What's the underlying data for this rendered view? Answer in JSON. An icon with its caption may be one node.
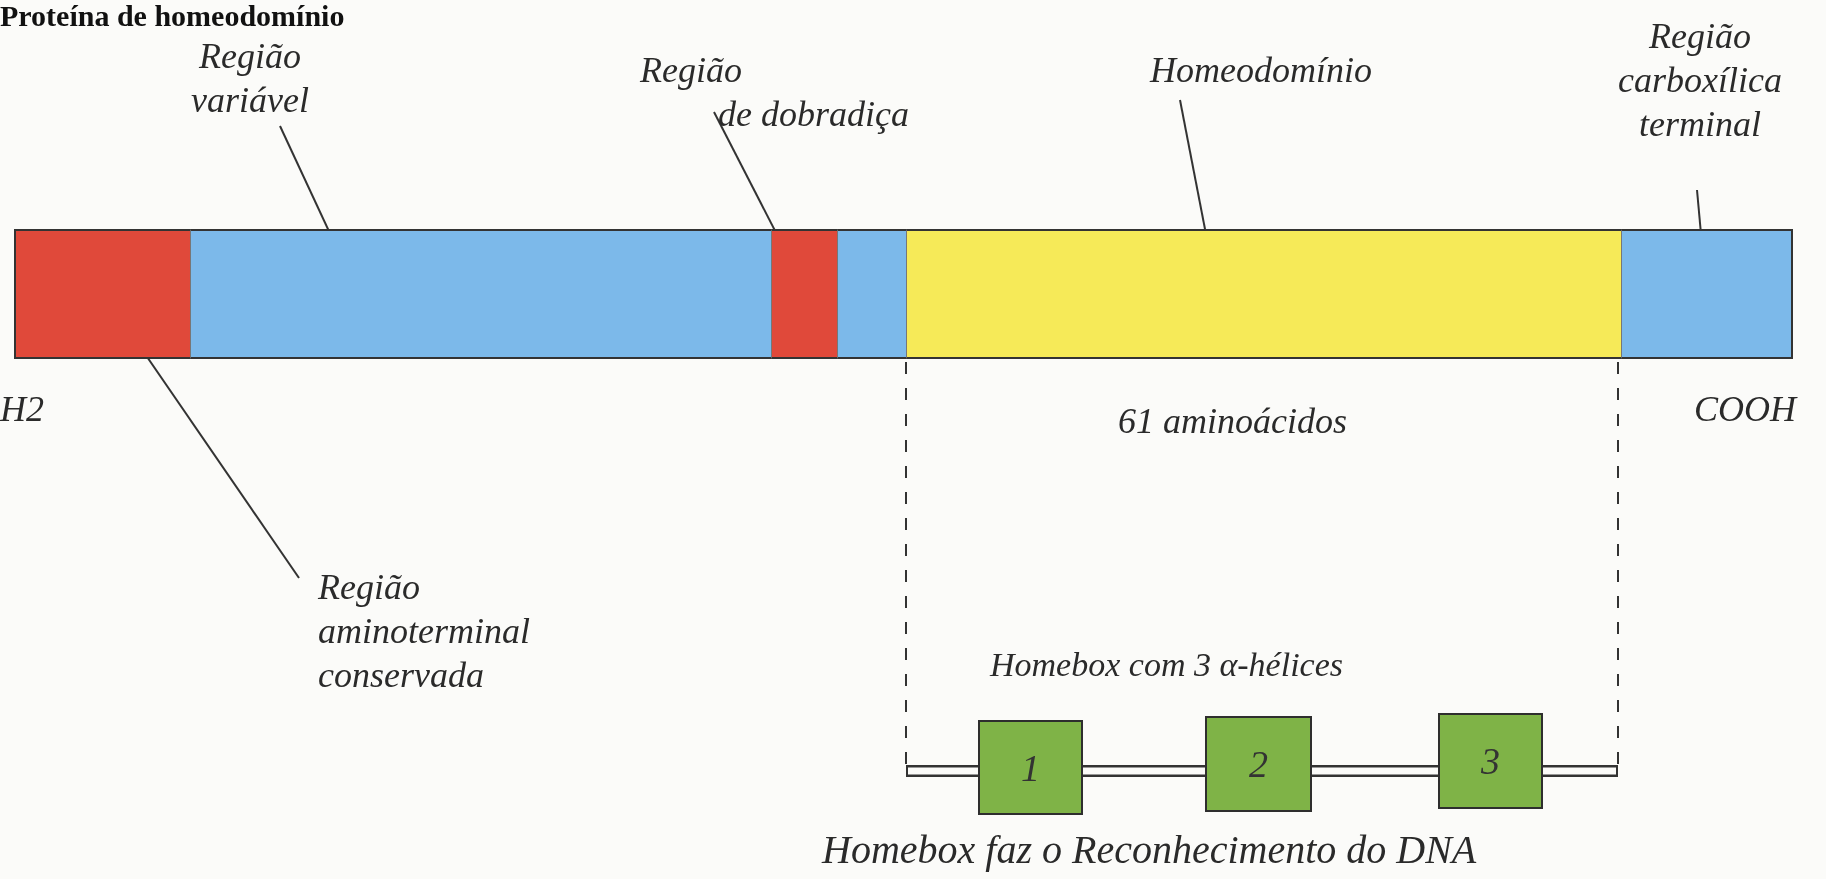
{
  "diagram": {
    "title": "Proteína de homeodomínio",
    "nodes": [
      {
        "text": [
          "Região variável"
        ]
      },
      {
        "text": [
          "Região de dobradiça"
        ]
      },
      {
        "text": [
          "Homeodomínio"
        ]
      },
      {
        "text": [
          "Região carboxílica terminal"
        ]
      },
      {
        "text": [],
        "shape": "bar"
      },
      {
        "text": [],
        "shape": "bar"
      },
      {
        "text": [],
        "shape": "bar"
      },
      {
        "text": [],
        "shape": "bar"
      },
      {
        "text": [],
        "shape": "bar"
      },
      {
        "text": [],
        "shape": "bar"
      },
      {
        "text": [
          "Região aminoterminal conservada"
        ]
      },
      {
        "text": [
          "1"
        ]
      },
      {
        "text": [
          "2"
        ]
      },
      {
        "text": [
          "3"
        ]
      }
    ],
    "edges": [
      {
        "from": 0,
        "to": 5,
        "arrow": "none"
      },
      {
        "from": 1,
        "to": 6,
        "arrow": "none"
      },
      {
        "from": 2,
        "to": 8,
        "arrow": "none"
      },
      {
        "from": 3,
        "to": 9,
        "arrow": "none"
      },
      {
        "from": 10,
        "to": 4,
        "arrow": "none"
      },
      {
        "from": 11,
        "to": 12,
        "arrow": "none",
        "style": "thick"
      },
      {
        "from": 12,
        "to": 13,
        "arrow": "none",
        "style": "thick"
      }
    ],
    "labels": [
      "H2",
      "61 aminoácidos",
      "COOH",
      "Homebox com 3 α-hélices",
      "Homebox faz o Reconhecimento do DNA"
    ]
  }
}
